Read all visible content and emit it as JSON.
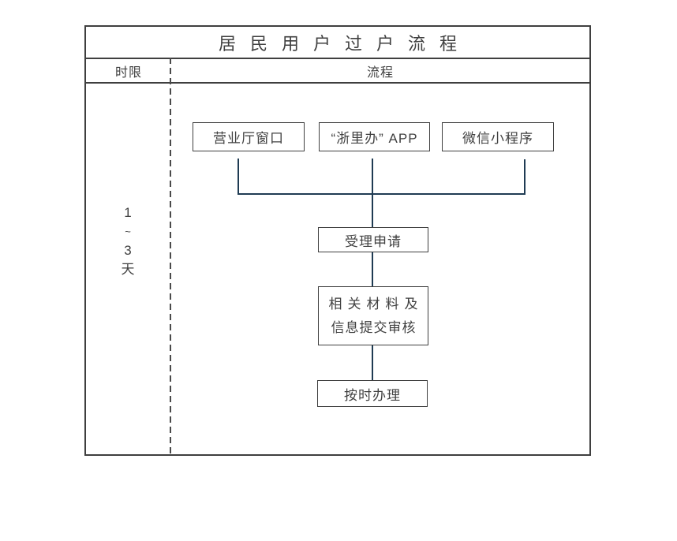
{
  "title": "居民用户过户流程",
  "header": {
    "time_limit_label": "时限",
    "process_label": "流程"
  },
  "time_limit": {
    "lines": [
      "1",
      "~",
      "3",
      "天"
    ]
  },
  "flow": {
    "channels": [
      {
        "label": "营业厅窗口"
      },
      {
        "label": "“浙里办” APP"
      },
      {
        "label": "微信小程序"
      }
    ],
    "steps": {
      "accept": "受理申请",
      "materials_line1": "相关材料及",
      "materials_line2": "信息提交审核",
      "handle": "按时办理"
    }
  },
  "colors": {
    "table_border": "#3f3f3f",
    "box_border": "#3f3f3f",
    "connector_line": "#1f3b53",
    "text": "#404040"
  }
}
